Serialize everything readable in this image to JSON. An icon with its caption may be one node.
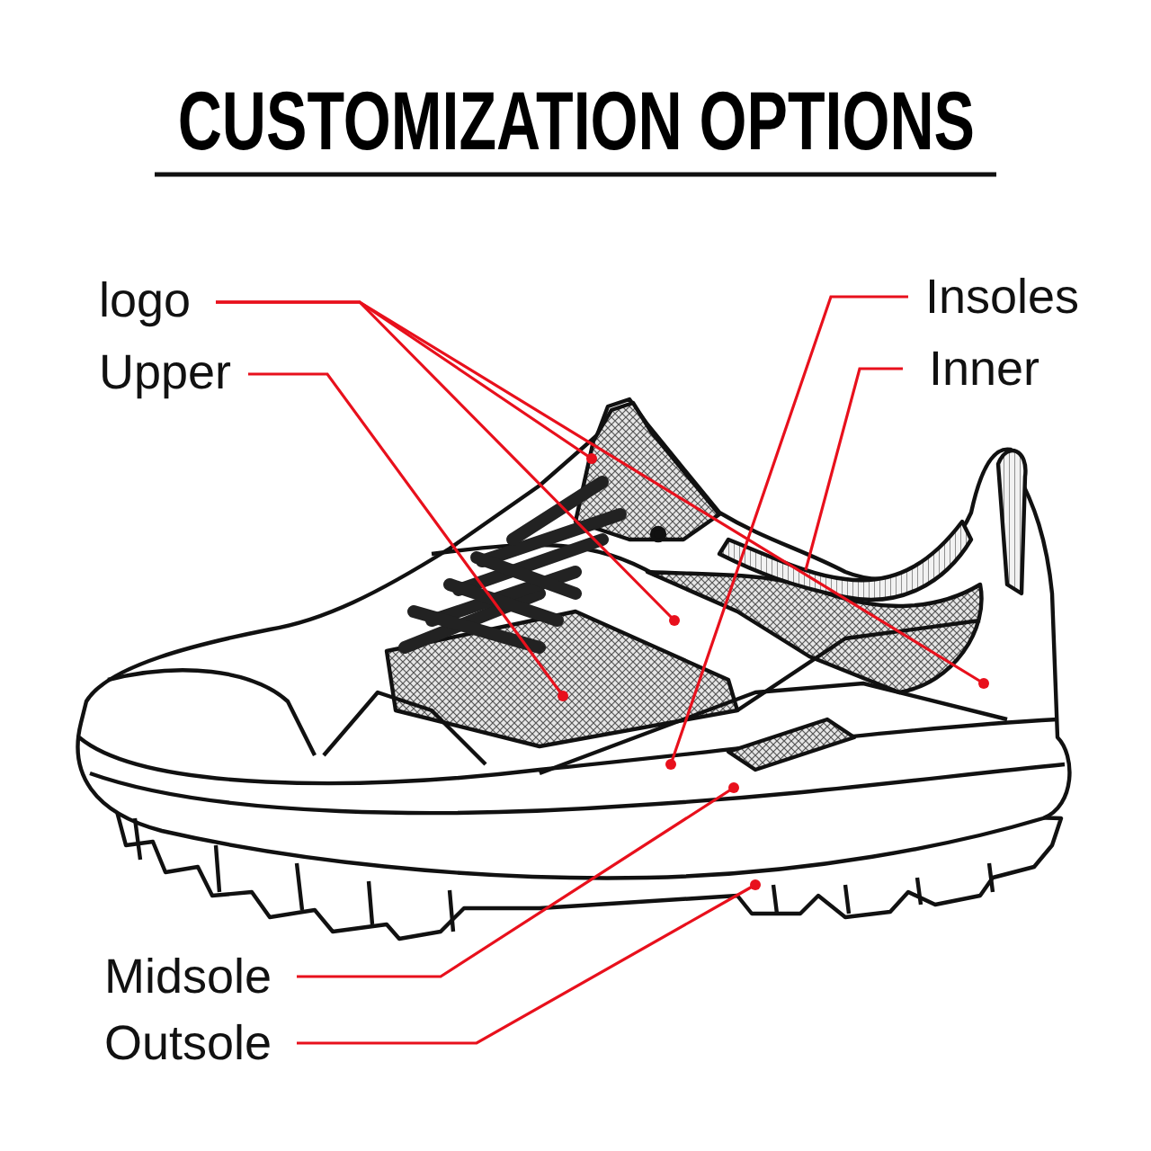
{
  "diagram": {
    "title": "CUSTOMIZATION OPTIONS",
    "nodes": [
      {
        "text": [
          "logo"
        ]
      },
      {
        "text": [
          "Upper"
        ]
      },
      {
        "text": [
          "Insoles"
        ]
      },
      {
        "text": [
          "Inner"
        ]
      },
      {
        "text": [
          "Midsole"
        ]
      },
      {
        "text": [
          "Outsole"
        ]
      }
    ],
    "edges": [
      {
        "from": 0,
        "to": null,
        "arrow": "other"
      },
      {
        "from": 0,
        "to": null,
        "arrow": "other"
      },
      {
        "from": 0,
        "to": null,
        "arrow": "other"
      },
      {
        "from": 1,
        "to": null,
        "arrow": "other"
      },
      {
        "from": 2,
        "to": null,
        "arrow": "other"
      },
      {
        "from": 3,
        "to": null,
        "arrow": "none"
      },
      {
        "from": 4,
        "to": null,
        "arrow": "other"
      },
      {
        "from": 5,
        "to": null,
        "arrow": "other"
      }
    ]
  }
}
